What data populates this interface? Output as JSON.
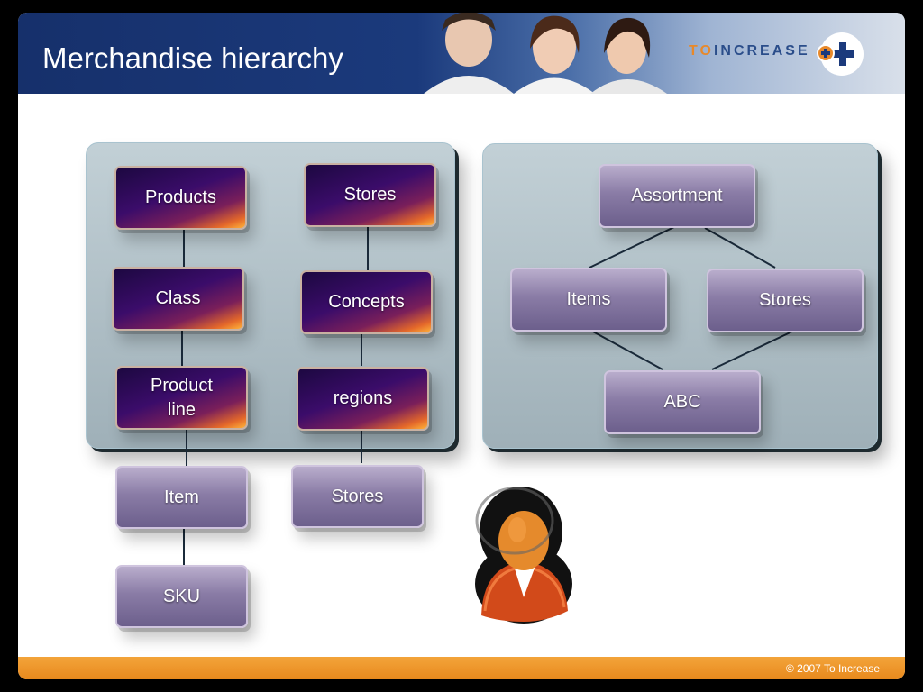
{
  "header": {
    "title": "Merchandise hierarchy",
    "logo_prefix": "TO",
    "logo_text": "INCREASE"
  },
  "left_hierarchy": {
    "products_column": [
      "Products",
      "Class",
      "Product\nline",
      "Item",
      "SKU"
    ],
    "stores_column": [
      "Stores",
      "Concepts",
      "regions",
      "Stores"
    ]
  },
  "right_diagram": {
    "top": "Assortment",
    "left": "Items",
    "right": "Stores",
    "bottom": "ABC"
  },
  "footer": {
    "copyright": "© 2007 To Increase"
  },
  "colors": {
    "header_blue": "#1b3a7c",
    "footer_orange": "#e8891d",
    "panel": "#a7b8c0",
    "brand_orange": "#e8892a"
  },
  "icons": [
    "person-icon",
    "logo-plus-icon"
  ]
}
